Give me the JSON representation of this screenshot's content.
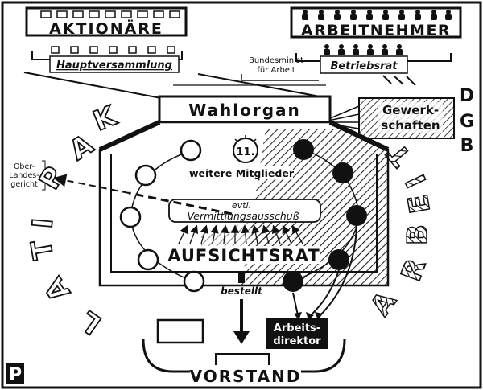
{
  "top_left": {
    "title": "AKTIONÄRE",
    "assembly": "Hauptversammlung"
  },
  "top_right": {
    "title": "ARBEITNEHMER",
    "council": "Betriebsrat",
    "minister_line1": "Bundesminist",
    "minister_line2": "für Arbeit"
  },
  "union": {
    "line1": "Gewerk-",
    "line2": "schaften",
    "letters": [
      "D",
      "G",
      "B"
    ]
  },
  "center": {
    "electoral_body": "Wahlorgan",
    "eleventh_member": "11.",
    "further_members": "weitere Mitglieder",
    "mediation_line1": "evtl.",
    "mediation_line2": "Vermittlungsausschuß",
    "board_label": "AUFSICHTSRAT",
    "appoints": "bestellt"
  },
  "court": {
    "line1": "Ober-",
    "line2": "Landes-",
    "line3": "gericht"
  },
  "side_words": {
    "left_letters": [
      "K",
      "A",
      "P",
      "I",
      "T",
      "A",
      "L"
    ],
    "right_letters": [
      "A",
      "R",
      "B",
      "E",
      "I",
      "T"
    ]
  },
  "bottom": {
    "labor_director_line1": "Arbeits-",
    "labor_director_line2": "direktor",
    "executive_board": "VORSTAND"
  },
  "logo": "P"
}
